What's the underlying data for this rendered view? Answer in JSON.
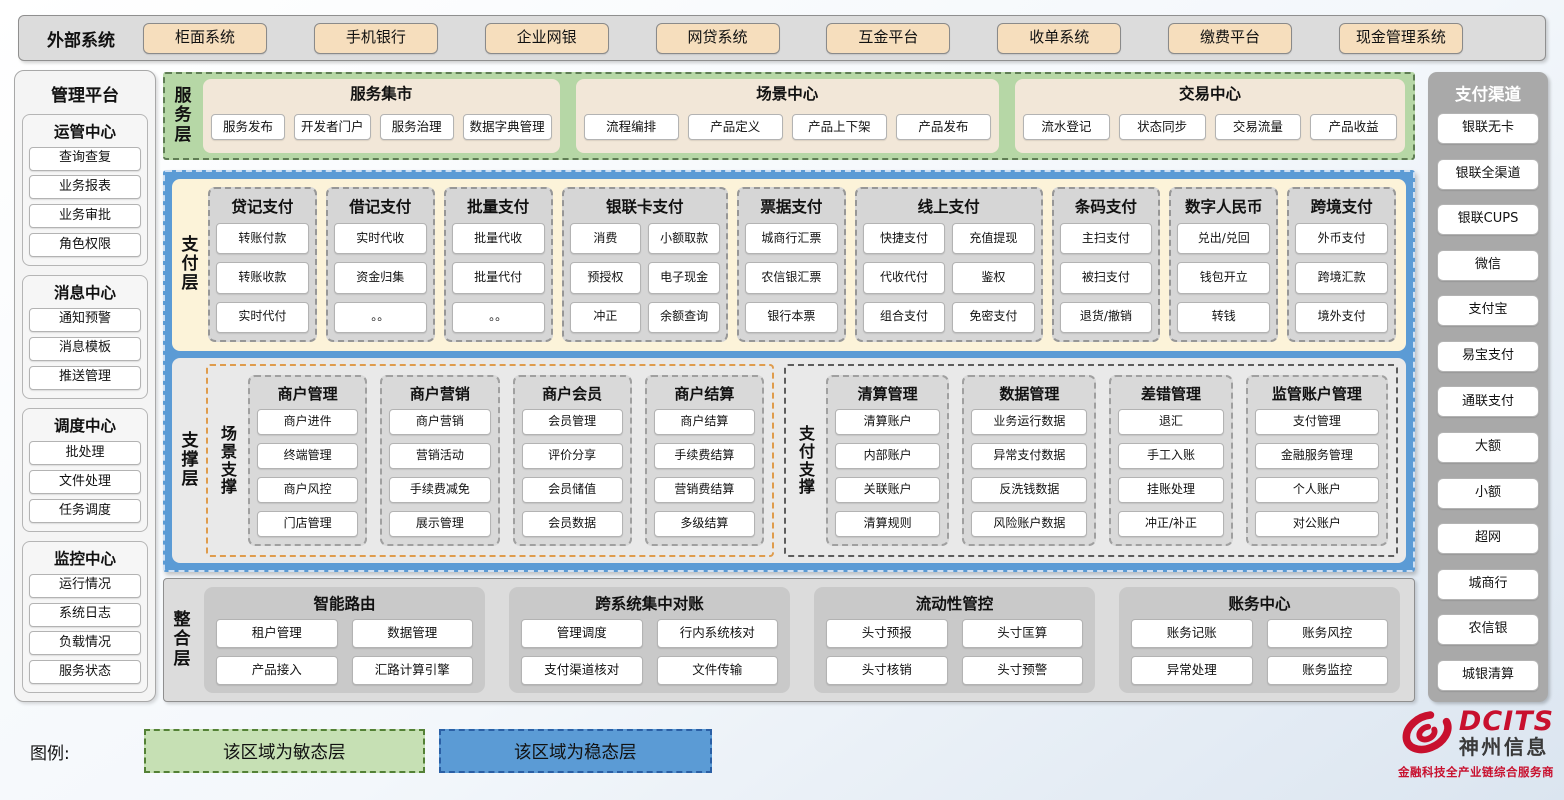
{
  "external_systems": {
    "label": "外部系统",
    "items": [
      "柜面系统",
      "手机银行",
      "企业网银",
      "网贷系统",
      "互金平台",
      "收单系统",
      "缴费平台",
      "现金管理系统"
    ]
  },
  "management_platform": {
    "title": "管理平台",
    "groups": [
      {
        "title": "运管中心",
        "items": [
          "查询查复",
          "业务报表",
          "业务审批",
          "角色权限"
        ]
      },
      {
        "title": "消息中心",
        "items": [
          "通知预警",
          "消息模板",
          "推送管理"
        ]
      },
      {
        "title": "调度中心",
        "items": [
          "批处理",
          "文件处理",
          "任务调度"
        ]
      },
      {
        "title": "监控中心",
        "items": [
          "运行情况",
          "系统日志",
          "负载情况",
          "服务状态"
        ]
      }
    ]
  },
  "service_layer": {
    "label": "服务层",
    "sections": [
      {
        "title": "服务集市",
        "items": [
          "服务发布",
          "开发者门户",
          "服务治理",
          "数据字典管理"
        ]
      },
      {
        "title": "场景中心",
        "items": [
          "流程编排",
          "产品定义",
          "产品上下架",
          "产品发布"
        ]
      },
      {
        "title": "交易中心",
        "items": [
          "流水登记",
          "状态同步",
          "交易流量",
          "产品收益"
        ]
      }
    ]
  },
  "payment_layer": {
    "label": "支付层",
    "columns": [
      {
        "title": "贷记支付",
        "cols": 1,
        "items": [
          "转账付款",
          "转账收款",
          "实时代付"
        ]
      },
      {
        "title": "借记支付",
        "cols": 1,
        "items": [
          "实时代收",
          "资金归集",
          "。。"
        ]
      },
      {
        "title": "批量支付",
        "cols": 1,
        "items": [
          "批量代收",
          "批量代付",
          "。。"
        ]
      },
      {
        "title": "银联卡支付",
        "cols": 2,
        "items": [
          "消费",
          "小额取款",
          "预授权",
          "电子现金",
          "冲正",
          "余额查询"
        ]
      },
      {
        "title": "票据支付",
        "cols": 1,
        "items": [
          "城商行汇票",
          "农信银汇票",
          "银行本票"
        ]
      },
      {
        "title": "线上支付",
        "cols": 2,
        "items": [
          "快捷支付",
          "充值提现",
          "代收代付",
          "鉴权",
          "组合支付",
          "免密支付"
        ]
      },
      {
        "title": "条码支付",
        "cols": 1,
        "items": [
          "主扫支付",
          "被扫支付",
          "退货/撤销"
        ]
      },
      {
        "title": "数字人民币",
        "cols": 1,
        "items": [
          "兑出/兑回",
          "钱包开立",
          "转钱"
        ]
      },
      {
        "title": "跨境支付",
        "cols": 1,
        "items": [
          "外币支付",
          "跨境汇款",
          "境外支付"
        ]
      }
    ]
  },
  "support_layer": {
    "label": "支撑层",
    "regions": [
      {
        "label": "场景支撑",
        "columns": [
          {
            "title": "商户管理",
            "items": [
              "商户进件",
              "终端管理",
              "商户风控",
              "门店管理"
            ]
          },
          {
            "title": "商户营销",
            "items": [
              "商户营销",
              "营销活动",
              "手续费减免",
              "展示管理"
            ]
          },
          {
            "title": "商户会员",
            "items": [
              "会员管理",
              "评价分享",
              "会员储值",
              "会员数据"
            ]
          },
          {
            "title": "商户结算",
            "items": [
              "商户结算",
              "手续费结算",
              "营销费结算",
              "多级结算"
            ]
          }
        ]
      },
      {
        "label": "支付支撑",
        "columns": [
          {
            "title": "清算管理",
            "items": [
              "清算账户",
              "内部账户",
              "关联账户",
              "清算规则"
            ]
          },
          {
            "title": "数据管理",
            "items": [
              "业务运行数据",
              "异常支付数据",
              "反洗钱数据",
              "风险账户数据"
            ]
          },
          {
            "title": "差错管理",
            "items": [
              "退汇",
              "手工入账",
              "挂账处理",
              "冲正/补正"
            ]
          },
          {
            "title": "监管账户管理",
            "items": [
              "支付管理",
              "金融服务管理",
              "个人账户",
              "对公账户"
            ]
          }
        ]
      }
    ]
  },
  "integration_layer": {
    "label": "整合层",
    "sections": [
      {
        "title": "智能路由",
        "items": [
          "租户管理",
          "数据管理",
          "产品接入",
          "汇路计算引擎"
        ]
      },
      {
        "title": "跨系统集中对账",
        "items": [
          "管理调度",
          "行内系统核对",
          "支付渠道核对",
          "文件传输"
        ]
      },
      {
        "title": "流动性管控",
        "items": [
          "头寸预报",
          "头寸匡算",
          "头寸核销",
          "头寸预警"
        ]
      },
      {
        "title": "账务中心",
        "items": [
          "账务记账",
          "账务风控",
          "异常处理",
          "账务监控"
        ]
      }
    ]
  },
  "payment_channels": {
    "title": "支付渠道",
    "items": [
      "银联无卡",
      "银联全渠道",
      "银联CUPS",
      "微信",
      "支付宝",
      "易宝支付",
      "通联支付",
      "大额",
      "小额",
      "超网",
      "城商行",
      "农信银",
      "城银清算"
    ]
  },
  "legend": {
    "label": "图例:",
    "agile_label": "该区域为敏态层",
    "stable_label": "该区域为稳态层"
  },
  "logo": {
    "brand": "DCITS",
    "company": "神州信息",
    "tagline": "金融科技全产业链综合服务商"
  },
  "colors": {
    "agile_green": "#c6e0b4",
    "stable_blue": "#5b9bd5",
    "brand_red": "#c8102e"
  }
}
